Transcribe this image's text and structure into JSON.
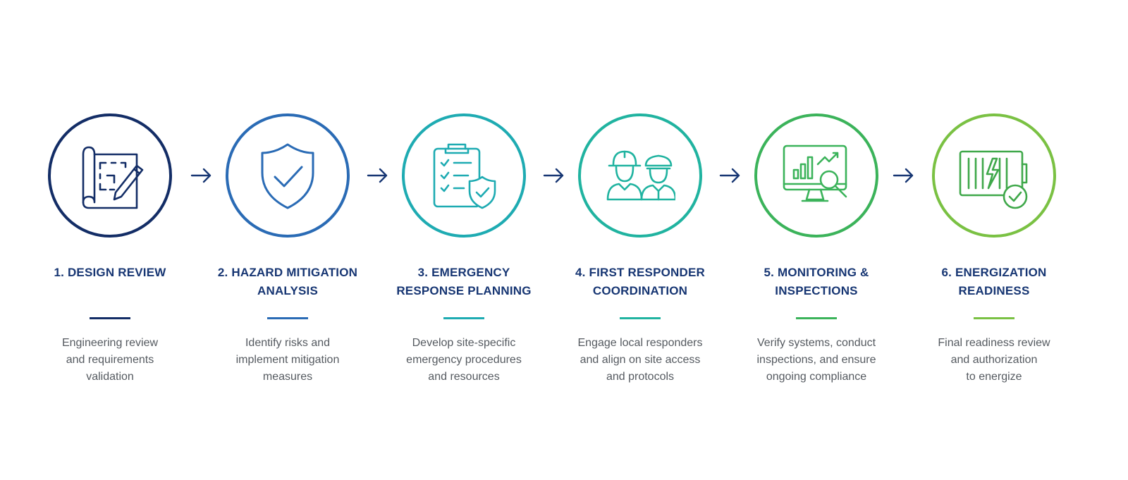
{
  "steps": [
    {
      "title_lines": [
        "1. DESIGN REVIEW"
      ],
      "desc_lines": [
        "Engineering review",
        "and requirements",
        "validation"
      ],
      "color": "#132d66",
      "icon": "blueprint-pencil-icon"
    },
    {
      "title_lines": [
        "2. HAZARD MITIGATION",
        "ANALYSIS"
      ],
      "desc_lines": [
        "Identify risks and",
        "implement mitigation",
        "measures"
      ],
      "color": "#2a6bb5",
      "icon": "shield-check-icon"
    },
    {
      "title_lines": [
        "3. EMERGENCY",
        "RESPONSE PLANNING"
      ],
      "desc_lines": [
        "Develop site-specific",
        "emergency procedures",
        "and resources"
      ],
      "color": "#1eabb2",
      "icon": "clipboard-shield-icon"
    },
    {
      "title_lines": [
        "4. FIRST RESPONDER",
        "COORDINATION"
      ],
      "desc_lines": [
        "Engage local responders",
        "and align on site access",
        "and protocols"
      ],
      "color": "#20b3a0",
      "icon": "first-responders-icon"
    },
    {
      "title_lines": [
        "5. MONITORING &",
        "INSPECTIONS"
      ],
      "desc_lines": [
        "Verify systems, conduct",
        "inspections, and ensure",
        "ongoing compliance"
      ],
      "color": "#3bb35a",
      "icon": "monitor-magnifier-icon"
    },
    {
      "title_lines": [
        "6. ENERGIZATION",
        "READINESS"
      ],
      "desc_lines": [
        "Final readiness review",
        "and authorization",
        "to energize"
      ],
      "color": "#7ac143",
      "icon": "battery-check-icon"
    }
  ],
  "title_color": "#173673",
  "arrow_color": "#173673",
  "text_color": "#555a60"
}
